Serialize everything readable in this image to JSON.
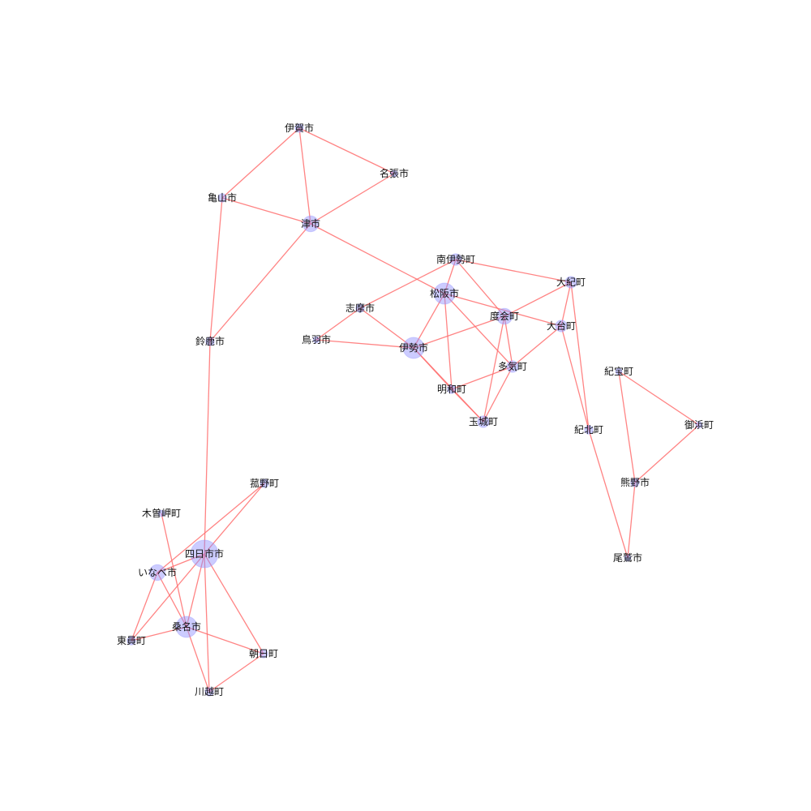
{
  "colors": {
    "edge": "#ff6f6f",
    "node": "#8f8fff",
    "label": "#111111",
    "background": "#ffffff"
  },
  "nodes": [
    {
      "id": "iga",
      "label": "伊賀市",
      "degree": 3
    },
    {
      "id": "nabari",
      "label": "名張市",
      "degree": 2
    },
    {
      "id": "kameyama",
      "label": "亀山市",
      "degree": 3
    },
    {
      "id": "tsu",
      "label": "津市",
      "degree": 5
    },
    {
      "id": "suzuka",
      "label": "鈴鹿市",
      "degree": 3
    },
    {
      "id": "minamiise",
      "label": "南伊勢町",
      "degree": 4
    },
    {
      "id": "taiki",
      "label": "大紀町",
      "degree": 4
    },
    {
      "id": "matsusaka",
      "label": "松阪市",
      "degree": 6
    },
    {
      "id": "shima",
      "label": "志摩市",
      "degree": 3
    },
    {
      "id": "watarai",
      "label": "度会町",
      "degree": 5
    },
    {
      "id": "odai",
      "label": "大台町",
      "degree": 4
    },
    {
      "id": "toba",
      "label": "鳥羽市",
      "degree": 2
    },
    {
      "id": "ise",
      "label": "伊勢市",
      "degree": 6
    },
    {
      "id": "taki",
      "label": "多気町",
      "degree": 4
    },
    {
      "id": "meiwa",
      "label": "明和町",
      "degree": 3
    },
    {
      "id": "tamaki",
      "label": "玉城町",
      "degree": 4
    },
    {
      "id": "kihou",
      "label": "紀宝町",
      "degree": 2
    },
    {
      "id": "mihama",
      "label": "御浜町",
      "degree": 2
    },
    {
      "id": "kihoku",
      "label": "紀北町",
      "degree": 3
    },
    {
      "id": "kumano",
      "label": "熊野市",
      "degree": 3
    },
    {
      "id": "owase",
      "label": "尾鷲市",
      "degree": 2
    },
    {
      "id": "komono",
      "label": "菰野町",
      "degree": 3
    },
    {
      "id": "kisosaki",
      "label": "木曽岬町",
      "degree": 2
    },
    {
      "id": "yokkaichi",
      "label": "四日市市",
      "degree": 7
    },
    {
      "id": "inabe",
      "label": "いなべ市",
      "degree": 5
    },
    {
      "id": "kuwana",
      "label": "桑名市",
      "degree": 6
    },
    {
      "id": "toin",
      "label": "東員町",
      "degree": 3
    },
    {
      "id": "asahi",
      "label": "朝日町",
      "degree": 3
    },
    {
      "id": "kawagoe",
      "label": "川越町",
      "degree": 3
    }
  ],
  "edges": [
    [
      "iga",
      "nabari"
    ],
    [
      "iga",
      "kameyama"
    ],
    [
      "iga",
      "tsu"
    ],
    [
      "nabari",
      "tsu"
    ],
    [
      "kameyama",
      "tsu"
    ],
    [
      "kameyama",
      "suzuka"
    ],
    [
      "tsu",
      "suzuka"
    ],
    [
      "tsu",
      "matsusaka"
    ],
    [
      "suzuka",
      "yokkaichi"
    ],
    [
      "minamiise",
      "taiki"
    ],
    [
      "minamiise",
      "shima"
    ],
    [
      "minamiise",
      "matsusaka"
    ],
    [
      "minamiise",
      "watarai"
    ],
    [
      "taiki",
      "watarai"
    ],
    [
      "taiki",
      "odai"
    ],
    [
      "taiki",
      "kihoku"
    ],
    [
      "matsusaka",
      "odai"
    ],
    [
      "matsusaka",
      "ise"
    ],
    [
      "matsusaka",
      "taki"
    ],
    [
      "matsusaka",
      "meiwa"
    ],
    [
      "shima",
      "toba"
    ],
    [
      "shima",
      "ise"
    ],
    [
      "watarai",
      "ise"
    ],
    [
      "watarai",
      "taki"
    ],
    [
      "watarai",
      "tamaki"
    ],
    [
      "odai",
      "taki"
    ],
    [
      "odai",
      "kihoku"
    ],
    [
      "toba",
      "ise"
    ],
    [
      "ise",
      "meiwa"
    ],
    [
      "ise",
      "tamaki"
    ],
    [
      "taki",
      "meiwa"
    ],
    [
      "taki",
      "tamaki"
    ],
    [
      "meiwa",
      "tamaki"
    ],
    [
      "kihou",
      "mihama"
    ],
    [
      "kihou",
      "kumano"
    ],
    [
      "mihama",
      "kumano"
    ],
    [
      "kihoku",
      "owase"
    ],
    [
      "kumano",
      "owase"
    ],
    [
      "komono",
      "yokkaichi"
    ],
    [
      "komono",
      "inabe"
    ],
    [
      "kisosaki",
      "kuwana"
    ],
    [
      "yokkaichi",
      "inabe"
    ],
    [
      "yokkaichi",
      "kuwana"
    ],
    [
      "yokkaichi",
      "toin"
    ],
    [
      "yokkaichi",
      "asahi"
    ],
    [
      "yokkaichi",
      "kawagoe"
    ],
    [
      "inabe",
      "kuwana"
    ],
    [
      "inabe",
      "toin"
    ],
    [
      "kuwana",
      "toin"
    ],
    [
      "kuwana",
      "asahi"
    ],
    [
      "kuwana",
      "kawagoe"
    ],
    [
      "asahi",
      "kawagoe"
    ]
  ]
}
